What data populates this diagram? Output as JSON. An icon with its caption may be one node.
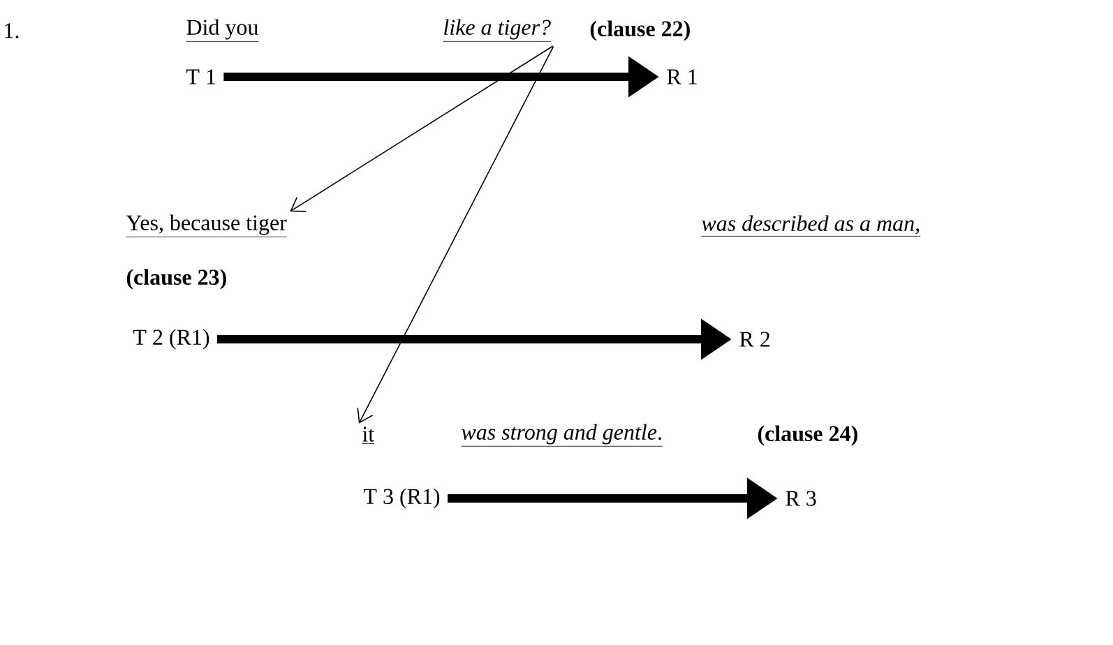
{
  "diagram": {
    "nodes": [
      {
        "text": [
          "Did you"
        ]
      },
      {
        "text": [
          "like a tiger?"
        ]
      },
      {
        "text": [
          "T 1"
        ]
      },
      {
        "text": [
          "R 1"
        ]
      },
      {
        "text": [
          "Yes, because tiger"
        ]
      },
      {
        "text": [
          "was described as a man,"
        ]
      },
      {
        "text": [
          "T 2 (R1)"
        ]
      },
      {
        "text": [
          "R 2"
        ]
      },
      {
        "text": [
          "it"
        ]
      },
      {
        "text": [
          "*was strong and gentle*."
        ]
      },
      {
        "text": [
          "T 3 (R1)"
        ]
      },
      {
        "text": [
          "R 3"
        ]
      }
    ],
    "edges": [
      {
        "from": 2,
        "to": 3,
        "arrow": "to"
      },
      {
        "from": 1,
        "to": 4,
        "arrow": "to"
      },
      {
        "from": 1,
        "to": 8,
        "arrow": "to"
      },
      {
        "from": 6,
        "to": 7,
        "arrow": "to"
      },
      {
        "from": 10,
        "to": 11,
        "arrow": "to"
      }
    ],
    "labels": [
      "1.",
      "(clause 22)",
      "(clause 23)",
      "(clause 24)"
    ]
  }
}
